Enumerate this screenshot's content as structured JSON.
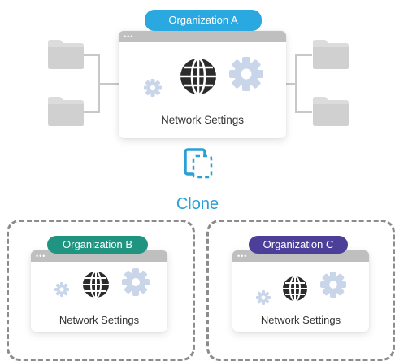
{
  "source": {
    "org_label": "Organization A",
    "window_label": "Network Settings"
  },
  "clone": {
    "label": "Clone"
  },
  "targets": [
    {
      "org_label": "Organization B",
      "window_label": "Network Settings"
    },
    {
      "org_label": "Organization C",
      "window_label": "Network Settings"
    }
  ],
  "colors": {
    "org_a": "#2aa8e0",
    "org_b": "#1f9480",
    "org_c": "#4b3f9a",
    "clone_accent": "#2aa0d6",
    "gear": "#c9d6ea",
    "globe": "#2b2b2b",
    "folder": "#d9d9d9",
    "dash": "#8c8c8c"
  },
  "icons": [
    "folder-icon",
    "globe-icon",
    "gear-icon",
    "clone-icon"
  ]
}
